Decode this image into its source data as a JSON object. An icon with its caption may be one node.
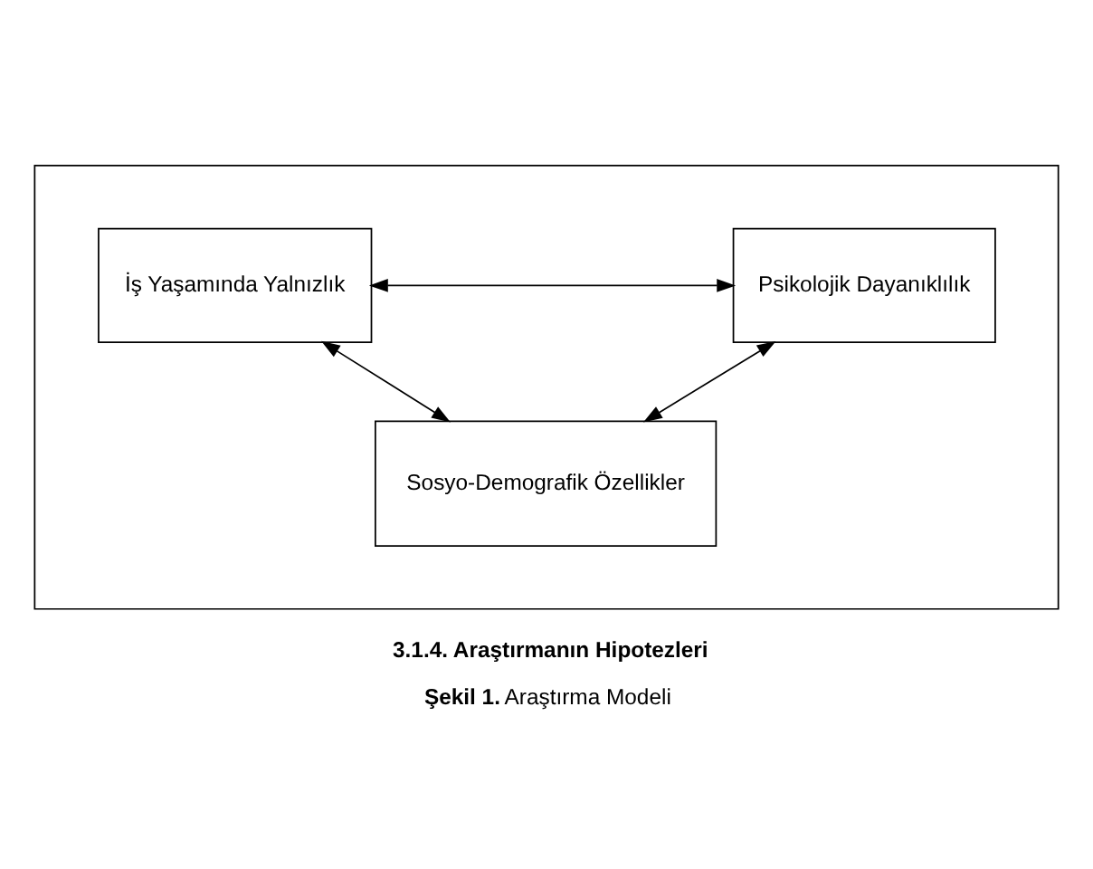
{
  "diagram": {
    "caption": "**Şekil 1.** Araştırma Modeli",
    "nodes": [
      {
        "text": [],
        "shape": "box"
      },
      {
        "text": [
          "İş Yaşamında Yalnızlık"
        ],
        "in": 0
      },
      {
        "text": [
          "Psikolojik Dayanıklılık"
        ],
        "in": 0
      },
      {
        "text": [
          "Sosyo-Demografik Özellikler"
        ],
        "in": 0
      }
    ],
    "edges": [
      {
        "from": 1,
        "to": 2,
        "arrow": "both"
      },
      {
        "from": 1,
        "to": 3,
        "arrow": "both"
      },
      {
        "from": 2,
        "to": 3,
        "arrow": "both"
      }
    ],
    "labels": [
      "3.1.4. Araştırmanın Hipotezleri"
    ]
  }
}
